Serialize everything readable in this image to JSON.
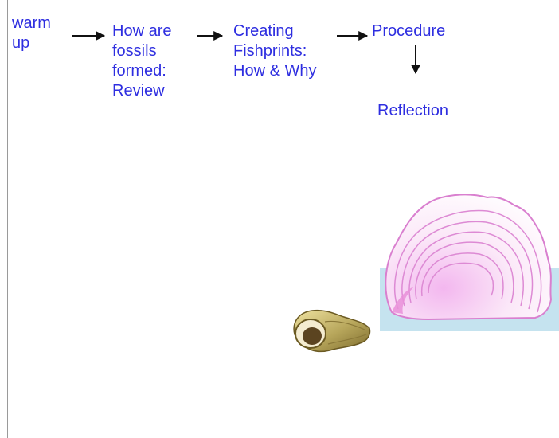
{
  "colors": {
    "text": "#2e2ee0",
    "arrow": "#111111",
    "water": "#c5e3ef",
    "oyster_pink": "#e98fd8",
    "snail_shell": "#b9a85a"
  },
  "steps": [
    {
      "id": "warmup",
      "label": "warm\nup"
    },
    {
      "id": "fossils",
      "label": "How are\nfossils\nformed:\nReview"
    },
    {
      "id": "fishprints",
      "label": "Creating\nFishprints:\nHow & Why"
    },
    {
      "id": "procedure",
      "label": "Procedure"
    },
    {
      "id": "reflection",
      "label": "Reflection"
    }
  ],
  "illustrations": {
    "oyster": "oyster-shell-illustration",
    "snail": "snail-shell-illustration"
  }
}
